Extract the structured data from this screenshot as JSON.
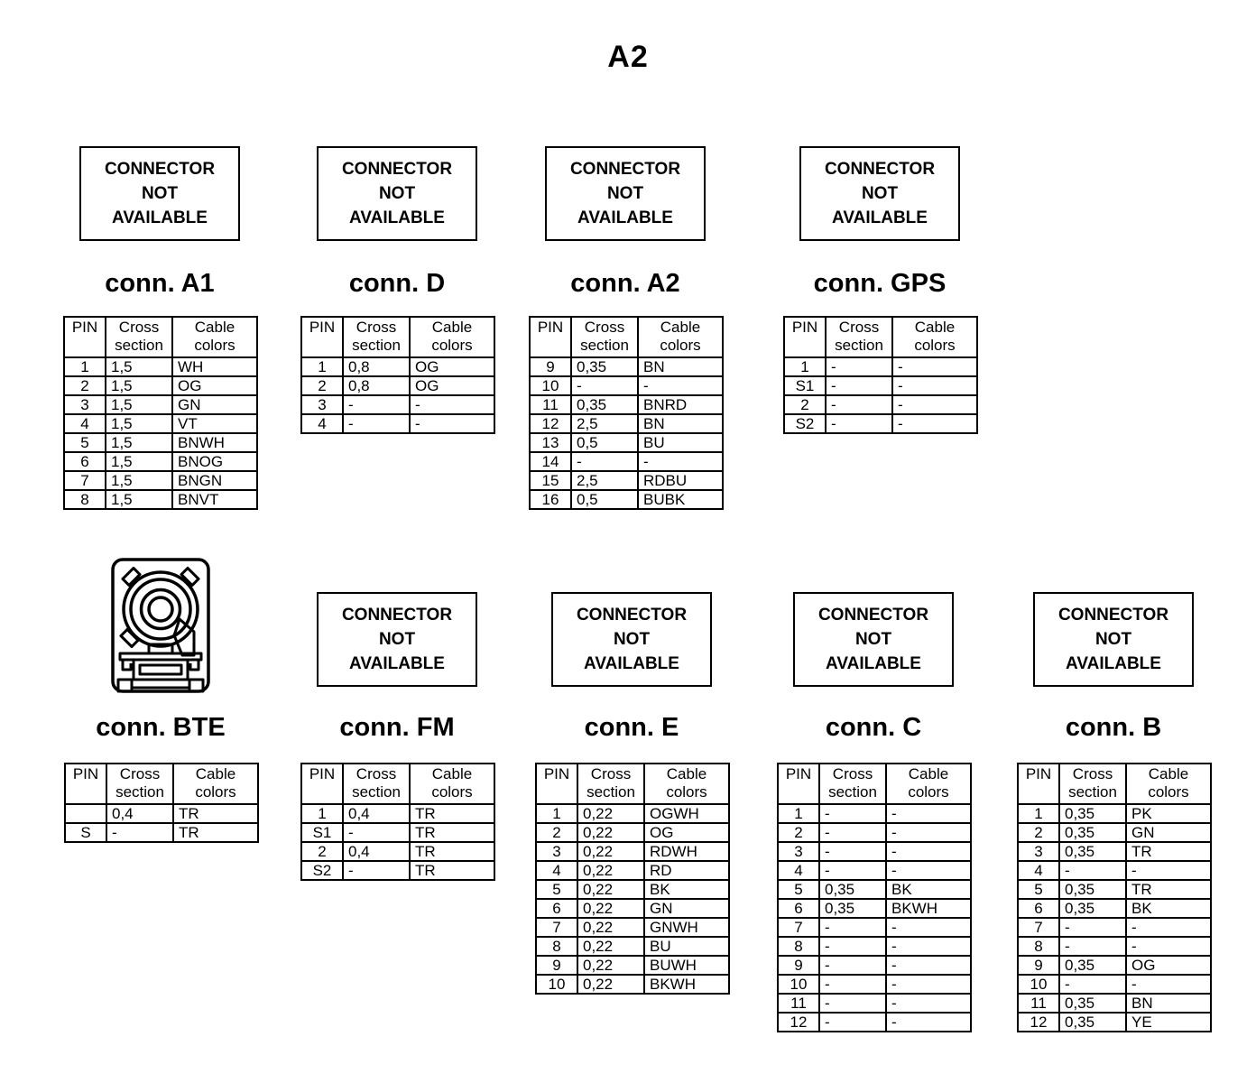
{
  "page": {
    "title": "A2"
  },
  "colors": {
    "ink": "#000000",
    "paper": "#ffffff"
  },
  "not_available_lines": [
    "CONNECTOR",
    "NOT",
    "AVAILABLE"
  ],
  "table_headers": {
    "pin": "PIN",
    "cross": [
      "Cross",
      "section"
    ],
    "cable": [
      "Cable",
      "colors"
    ]
  },
  "connectors": [
    {
      "id": "a1",
      "title": "conn. A1",
      "image": "not-available",
      "rows": [
        [
          "1",
          "1,5",
          "WH"
        ],
        [
          "2",
          "1,5",
          "OG"
        ],
        [
          "3",
          "1,5",
          "GN"
        ],
        [
          "4",
          "1,5",
          "VT"
        ],
        [
          "5",
          "1,5",
          "BNWH"
        ],
        [
          "6",
          "1,5",
          "BNOG"
        ],
        [
          "7",
          "1,5",
          "BNGN"
        ],
        [
          "8",
          "1,5",
          "BNVT"
        ]
      ]
    },
    {
      "id": "d",
      "title": "conn. D",
      "image": "not-available",
      "rows": [
        [
          "1",
          "0,8",
          "OG"
        ],
        [
          "2",
          "0,8",
          "OG"
        ],
        [
          "3",
          "-",
          "-"
        ],
        [
          "4",
          "-",
          "-"
        ]
      ]
    },
    {
      "id": "a2",
      "title": "conn. A2",
      "image": "not-available",
      "rows": [
        [
          "9",
          "0,35",
          "BN"
        ],
        [
          "10",
          "-",
          "-"
        ],
        [
          "11",
          "0,35",
          "BNRD"
        ],
        [
          "12",
          "2,5",
          "BN"
        ],
        [
          "13",
          "0,5",
          "BU"
        ],
        [
          "14",
          "-",
          "-"
        ],
        [
          "15",
          "2,5",
          "RDBU"
        ],
        [
          "16",
          "0,5",
          "BUBK"
        ]
      ]
    },
    {
      "id": "gps",
      "title": "conn. GPS",
      "image": "not-available",
      "rows": [
        [
          "1",
          "-",
          "-"
        ],
        [
          "S1",
          "-",
          "-"
        ],
        [
          "2",
          "-",
          "-"
        ],
        [
          "S2",
          "-",
          "-"
        ]
      ]
    },
    {
      "id": "bte",
      "title": "conn. BTE",
      "image": "drawing",
      "rows": [
        [
          "",
          "0,4",
          "TR"
        ],
        [
          "S",
          "-",
          "TR"
        ]
      ]
    },
    {
      "id": "fm",
      "title": "conn. FM",
      "image": "not-available",
      "rows": [
        [
          "1",
          "0,4",
          "TR"
        ],
        [
          "S1",
          "-",
          "TR"
        ],
        [
          "2",
          "0,4",
          "TR"
        ],
        [
          "S2",
          "-",
          "TR"
        ]
      ]
    },
    {
      "id": "e",
      "title": "conn. E",
      "image": "not-available",
      "rows": [
        [
          "1",
          "0,22",
          "OGWH"
        ],
        [
          "2",
          "0,22",
          "OG"
        ],
        [
          "3",
          "0,22",
          "RDWH"
        ],
        [
          "4",
          "0,22",
          "RD"
        ],
        [
          "5",
          "0,22",
          "BK"
        ],
        [
          "6",
          "0,22",
          "GN"
        ],
        [
          "7",
          "0,22",
          "GNWH"
        ],
        [
          "8",
          "0,22",
          "BU"
        ],
        [
          "9",
          "0,22",
          "BUWH"
        ],
        [
          "10",
          "0,22",
          "BKWH"
        ]
      ]
    },
    {
      "id": "c",
      "title": "conn. C",
      "image": "not-available",
      "rows": [
        [
          "1",
          "-",
          "-"
        ],
        [
          "2",
          "-",
          "-"
        ],
        [
          "3",
          "-",
          "-"
        ],
        [
          "4",
          "-",
          "-"
        ],
        [
          "5",
          "0,35",
          "BK"
        ],
        [
          "6",
          "0,35",
          "BKWH"
        ],
        [
          "7",
          "-",
          "-"
        ],
        [
          "8",
          "-",
          "-"
        ],
        [
          "9",
          "-",
          "-"
        ],
        [
          "10",
          "-",
          "-"
        ],
        [
          "11",
          "-",
          "-"
        ],
        [
          "12",
          "-",
          "-"
        ]
      ]
    },
    {
      "id": "b",
      "title": "conn. B",
      "image": "not-available",
      "rows": [
        [
          "1",
          "0,35",
          "PK"
        ],
        [
          "2",
          "0,35",
          "GN"
        ],
        [
          "3",
          "0,35",
          "TR"
        ],
        [
          "4",
          "-",
          "-"
        ],
        [
          "5",
          "0,35",
          "TR"
        ],
        [
          "6",
          "0,35",
          "BK"
        ],
        [
          "7",
          "-",
          "-"
        ],
        [
          "8",
          "-",
          "-"
        ],
        [
          "9",
          "0,35",
          "OG"
        ],
        [
          "10",
          "-",
          "-"
        ],
        [
          "11",
          "0,35",
          "BN"
        ],
        [
          "12",
          "0,35",
          "YE"
        ]
      ]
    }
  ]
}
